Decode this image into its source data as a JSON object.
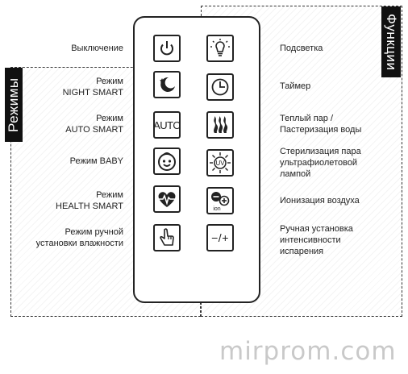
{
  "panels": {
    "left_title": "Режимы",
    "right_title": "Функции"
  },
  "left_labels": [
    {
      "lines": [
        "Выключение"
      ]
    },
    {
      "lines": [
        "Режим",
        "NIGHT SMART"
      ]
    },
    {
      "lines": [
        "Режим",
        "AUTO SMART"
      ]
    },
    {
      "lines": [
        "Режим BABY"
      ]
    },
    {
      "lines": [
        "Режим",
        "HEALTH SMART"
      ]
    },
    {
      "lines": [
        "Режим ручной",
        "установки влажности"
      ]
    }
  ],
  "right_labels": [
    {
      "lines": [
        "Подсветка"
      ]
    },
    {
      "lines": [
        "Таймер"
      ]
    },
    {
      "lines": [
        "Теплый пар /",
        "Пастеризация воды"
      ]
    },
    {
      "lines": [
        "Стерилизация пара",
        "ультрафиолетовой",
        "лампой"
      ]
    },
    {
      "lines": [
        "Ионизация воздуха"
      ]
    },
    {
      "lines": [
        "Ручная установка",
        "интенсивности",
        "испарения"
      ]
    }
  ],
  "buttons": {
    "auto_text": "AUTO",
    "uv_text": "UV",
    "ion_text": "ion",
    "manual_intensity_text": "−/+"
  },
  "icons": {
    "left": [
      "power-icon",
      "moon-stars-icon",
      "auto-text-icon",
      "baby-face-icon",
      "heart-pulse-icon",
      "hand-pointer-icon"
    ],
    "right": [
      "lamp-icon",
      "clock-icon",
      "steam-icon",
      "uv-sun-icon",
      "ion-icon",
      "plus-minus-text-icon"
    ]
  },
  "watermark": "mirprom.com"
}
